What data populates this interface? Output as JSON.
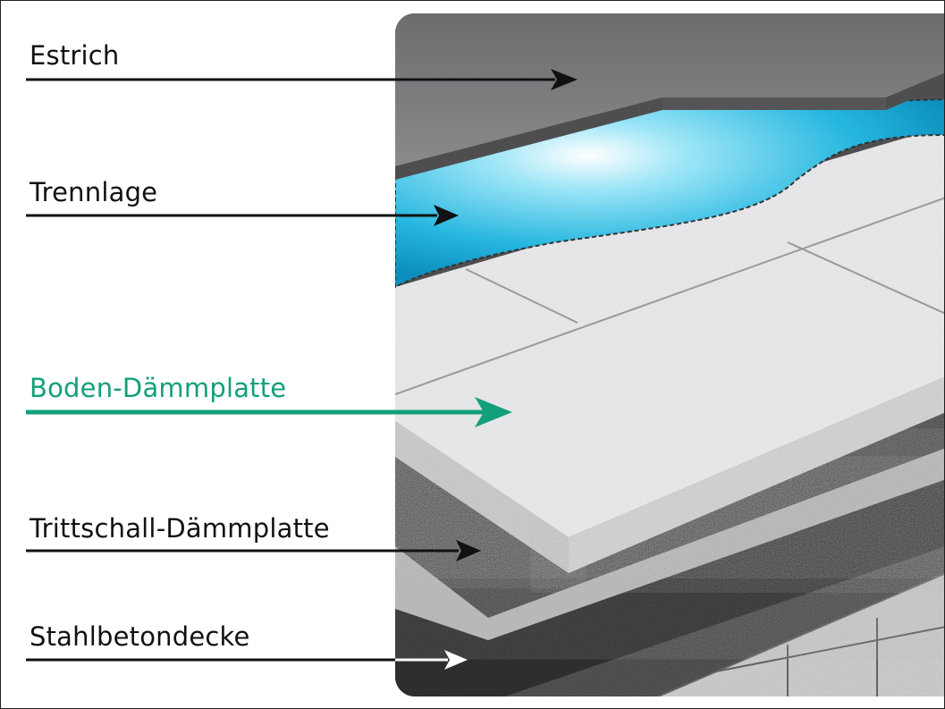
{
  "diagram": {
    "layers": [
      {
        "id": "estrich",
        "label": "Estrich",
        "highlight": false
      },
      {
        "id": "trennlage",
        "label": "Trennlage",
        "highlight": false
      },
      {
        "id": "boden",
        "label": "Boden-Dämmplatte",
        "highlight": true
      },
      {
        "id": "trittschall",
        "label": "Trittschall-Dämmplatte",
        "highlight": false
      },
      {
        "id": "stahlbeton",
        "label": "Stahlbetondecke",
        "highlight": false
      }
    ],
    "colors": {
      "accent": "#12a07a",
      "text": "#111111",
      "estrich": "#7b7b7e",
      "trennlage": "#3cc4e6",
      "insulation": "#e4e4e4",
      "concrete": "#4a4a4c"
    }
  }
}
